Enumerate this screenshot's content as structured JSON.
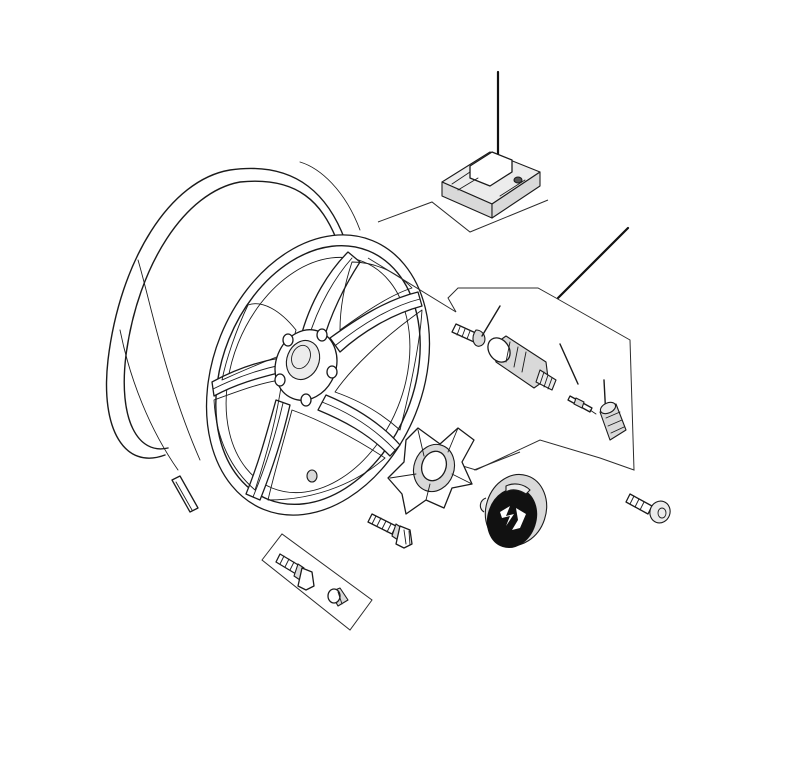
{
  "diagram": {
    "description_colors": {
      "line": "#1a1a1a",
      "shading": "#d9d9d9",
      "background": "#ffffff"
    },
    "parts": [
      "wheel-rim",
      "tpms-sensor",
      "valve-kit",
      "center-hub-adapter",
      "center-cap-emblem",
      "wheel-bolt",
      "locking-bolt-kit",
      "balance-weight"
    ]
  }
}
